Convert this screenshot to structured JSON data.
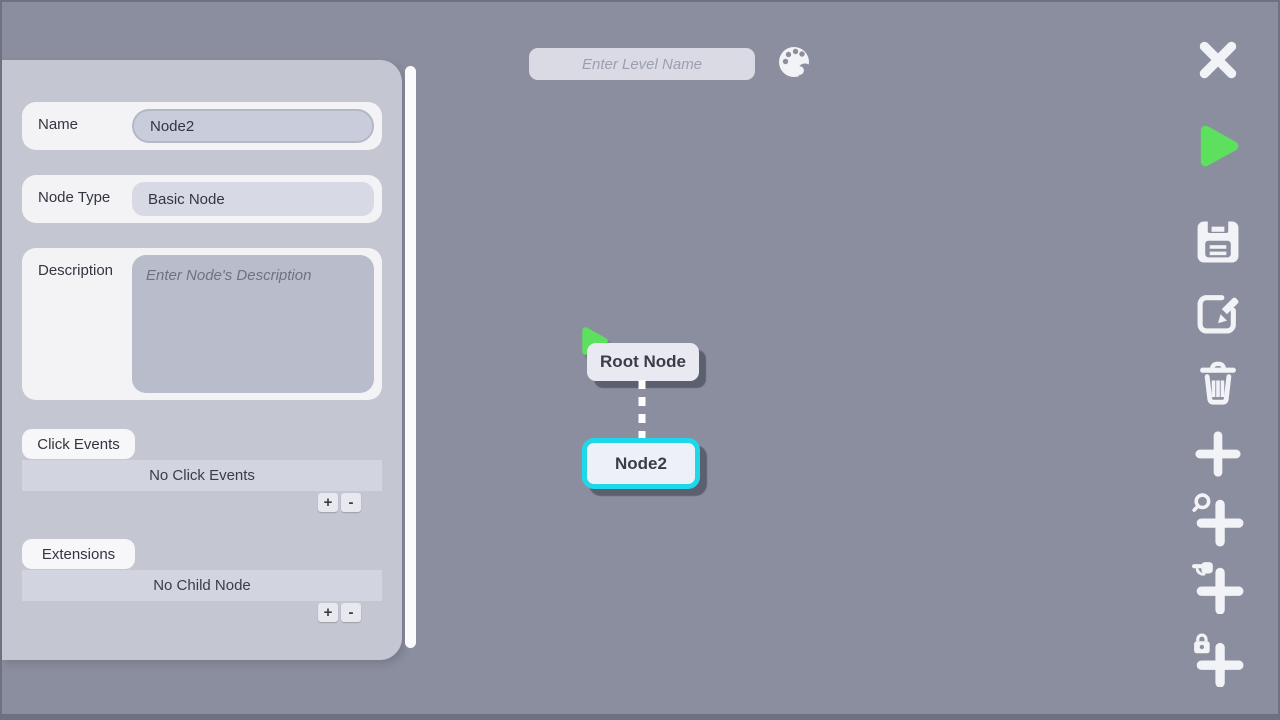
{
  "header": {
    "level_name_placeholder": "Enter Level Name"
  },
  "inspector": {
    "name_label": "Name",
    "name_value": "Node2",
    "node_type_label": "Node Type",
    "node_type_value": "Basic Node",
    "description_label": "Description",
    "description_placeholder": "Enter Node's Description",
    "click_events": {
      "title": "Click Events",
      "empty_text": "No Click Events",
      "add_label": "+",
      "remove_label": "-"
    },
    "extensions": {
      "title": "Extensions",
      "empty_text": "No Child Node",
      "add_label": "+",
      "remove_label": "-"
    }
  },
  "canvas": {
    "nodes": [
      {
        "id": "root",
        "label": "Root Node",
        "selected": false,
        "has_play_marker": true
      },
      {
        "id": "node2",
        "label": "Node2",
        "selected": true,
        "has_play_marker": false
      }
    ],
    "connection_style": "dashed-white"
  },
  "toolbar": {
    "icons": [
      "close-icon",
      "play-icon",
      "save-icon",
      "edit-icon",
      "trash-icon",
      "add-node-icon",
      "magnifier-add-icon",
      "hand-add-icon",
      "lock-add-icon"
    ]
  },
  "colors": {
    "background": "#8b8e9f",
    "panel": "#c4c6d2",
    "row": "#f3f3f6",
    "accent_green": "#5de05d",
    "accent_cyan": "#1cd8ea",
    "icon_white": "#f2f3f7",
    "text_dark": "#333640"
  }
}
